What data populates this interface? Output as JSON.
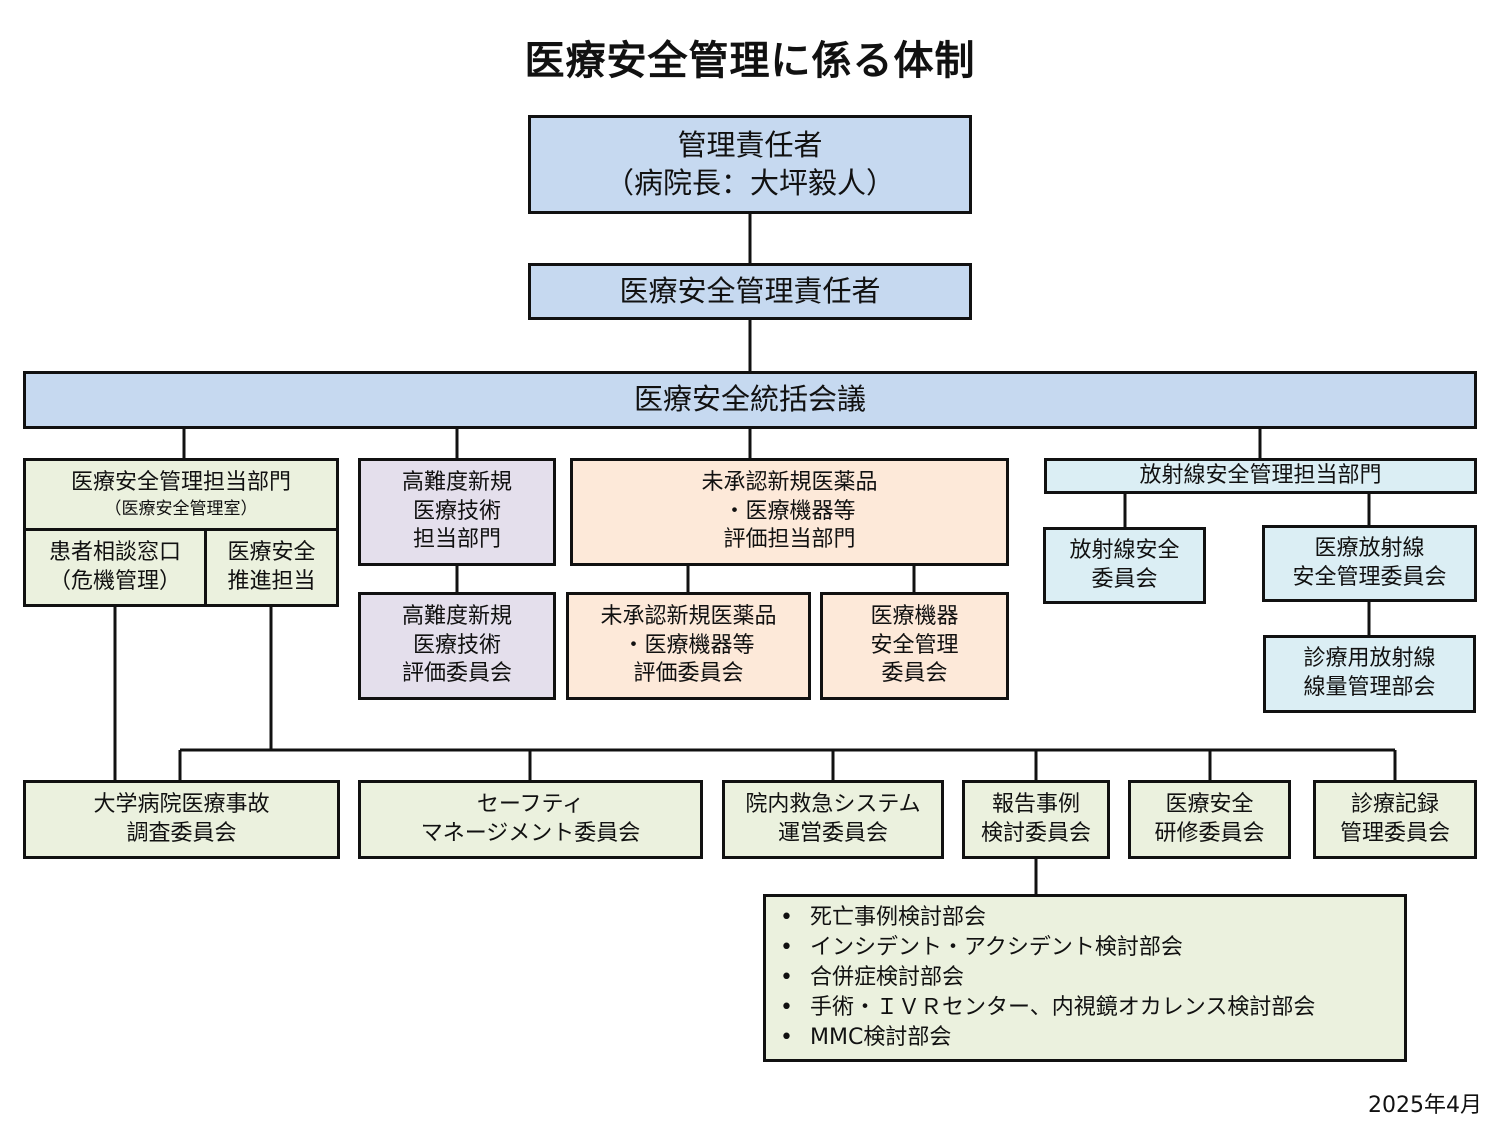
{
  "title": "医療安全管理に係る体制",
  "date": "2025年4月",
  "manager": {
    "line1": "管理責任者",
    "line2": "（病院長：大坪毅人）"
  },
  "safety_manager": "医療安全管理責任者",
  "council": "医療安全統括会議",
  "safety_dept": {
    "line1": "医療安全管理担当部門",
    "line2": "（医療安全管理室）",
    "patient_consult": {
      "line1": "患者相談窓口",
      "line2": "（危機管理）"
    },
    "promotion": {
      "line1": "医療安全",
      "line2": "推進担当"
    }
  },
  "advanced_tech_dept": {
    "line1": "高難度新規",
    "line2": "医療技術",
    "line3": "担当部門"
  },
  "advanced_tech_committee": {
    "line1": "高難度新規",
    "line2": "医療技術",
    "line3": "評価委員会"
  },
  "unapproved_dept": {
    "line1": "未承認新規医薬品",
    "line2": "・医療機器等",
    "line3": "評価担当部門"
  },
  "unapproved_committee": {
    "line1": "未承認新規医薬品",
    "line2": "・医療機器等",
    "line3": "評価委員会"
  },
  "device_committee": {
    "line1": "医療機器",
    "line2": "安全管理",
    "line3": "委員会"
  },
  "radiation_dept": "放射線安全管理担当部門",
  "radiation_safety": {
    "line1": "放射線安全",
    "line2": "委員会"
  },
  "medical_radiation": {
    "line1": "医療放射線",
    "line2": "安全管理委員会"
  },
  "diagnostic_radiation": {
    "line1": "診療用放射線",
    "line2": "線量管理部会"
  },
  "bottom_committees": [
    {
      "line1": "大学病院医療事故",
      "line2": "調査委員会"
    },
    {
      "line1": "セーフティ",
      "line2": "マネージメント委員会"
    },
    {
      "line1": "院内救急システム",
      "line2": "運営委員会"
    },
    {
      "line1": "報告事例",
      "line2": "検討委員会"
    },
    {
      "line1": "医療安全",
      "line2": "研修委員会"
    },
    {
      "line1": "診療記録",
      "line2": "管理委員会"
    }
  ],
  "subcommittees": [
    "死亡事例検討部会",
    "インシデント・アクシデント検討部会",
    "合併症検討部会",
    "手術・ＩＶＲセンター、内視鏡オカレンス検討部会",
    "MMC検討部会"
  ],
  "colors": {
    "top": "#c6d9f0",
    "radiation": "#dbeef4",
    "safety": "#ebf1de",
    "advanced": "#e4dfec",
    "unapproved": "#fde9d9"
  }
}
